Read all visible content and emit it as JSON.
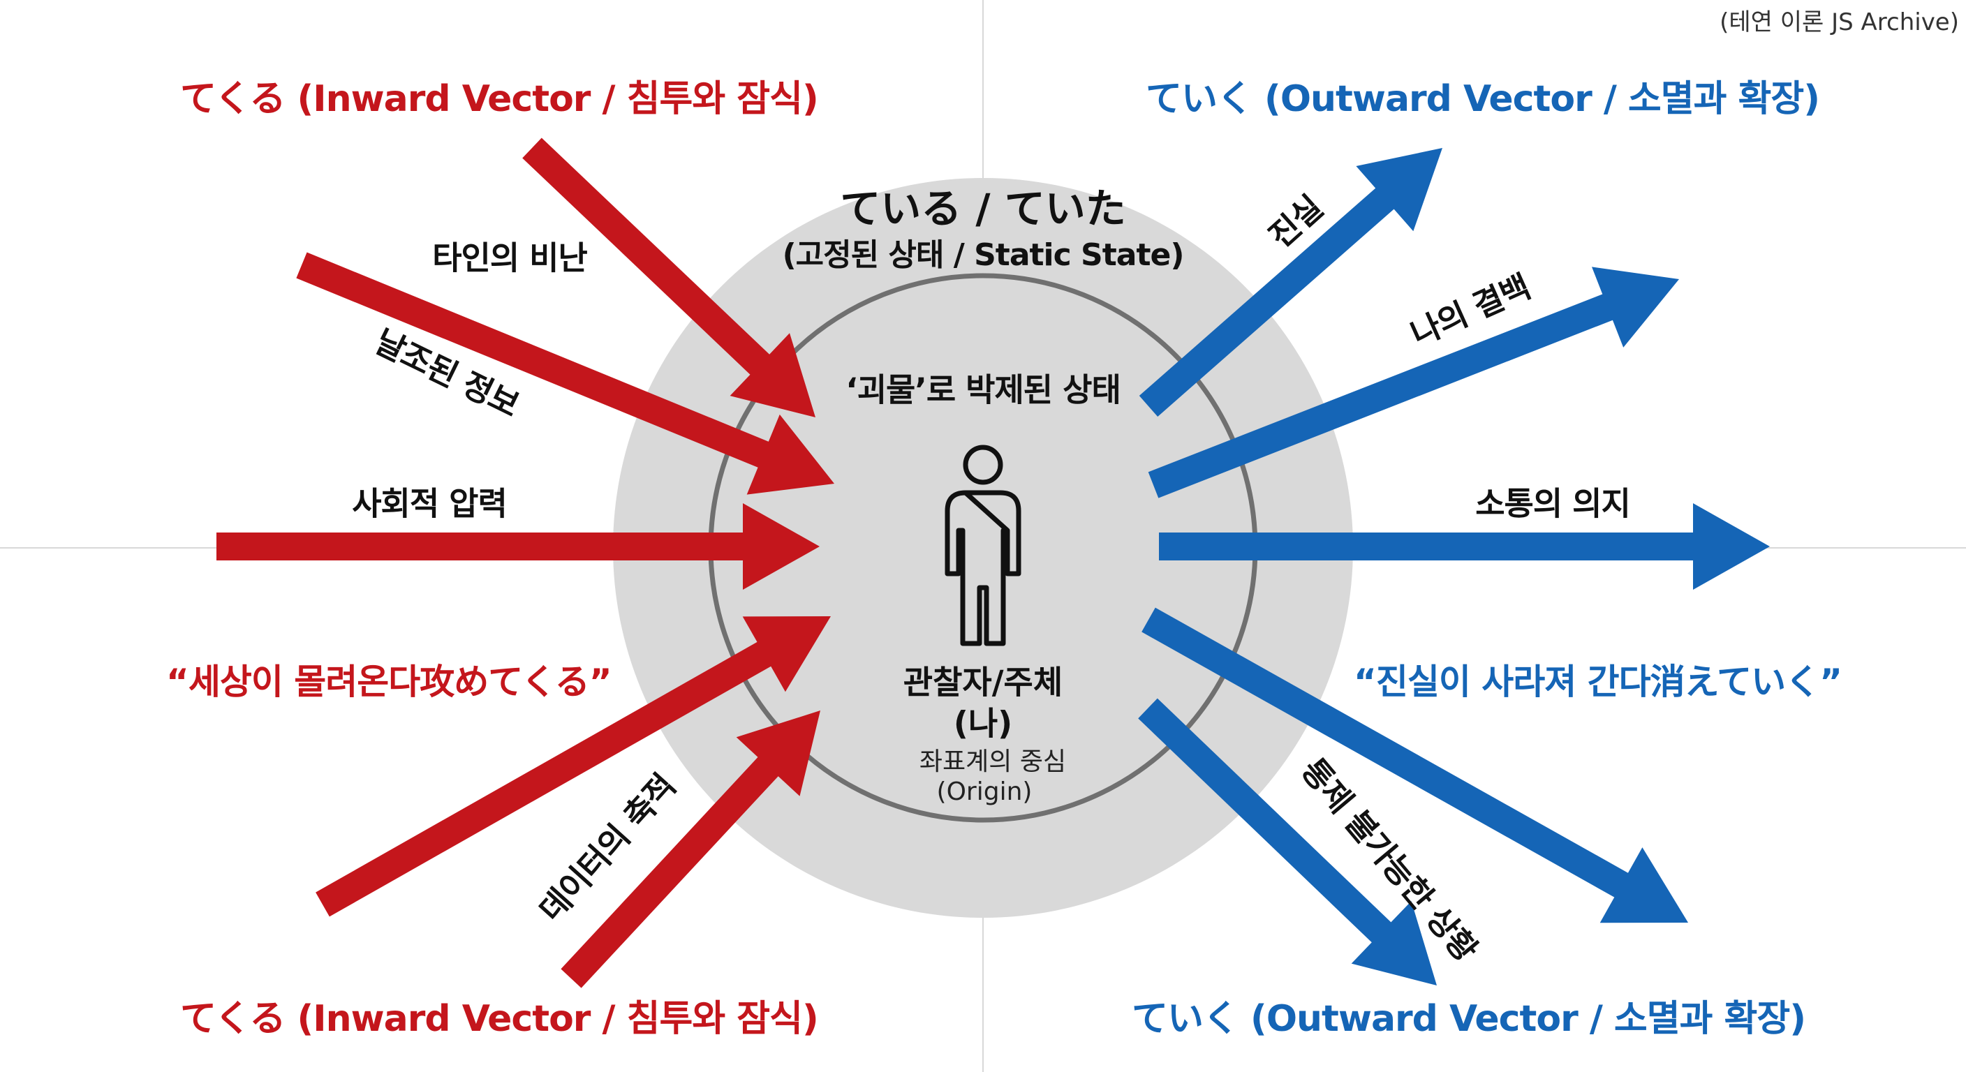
{
  "credit": "(테연 이론 JS Archive)",
  "inward_header_top": "てくる (Inward Vector / 침투와 잠식)",
  "inward_header_bottom": "てくる (Inward Vector / 침투와 잠식)",
  "outward_header_top": "ていく (Outward Vector / 소멸과 확장)",
  "outward_header_bottom": "ていく (Outward Vector / 소멸과 확장)",
  "static": {
    "title": "ている / ていた",
    "subtitle": "(고정된 상태 / Static State)",
    "inner": "‘괴물’로 박제된 상태"
  },
  "center": {
    "title": "관찰자/주체",
    "me": "(나)",
    "caption": "좌표계의 중심",
    "origin": "(Origin)"
  },
  "inward_labels": [
    "타인의 비난",
    "날조된 정보",
    "사회적 압력",
    "데이터의 축적"
  ],
  "outward_labels": [
    "진실",
    "나의 결백",
    "소통의 의지",
    "통제 불가능한 상황"
  ],
  "quote_left": "“세상이 몰려온다攻めてくる”",
  "quote_right": "“진실이 사라져 간다消えていく”",
  "colors": {
    "inward": "#c4161c",
    "outward": "#1565b6",
    "outer_disc": "#d9d9d9",
    "inner_ring": "#707070",
    "axis": "#d8d8d8"
  },
  "icons": [
    "person-icon"
  ]
}
